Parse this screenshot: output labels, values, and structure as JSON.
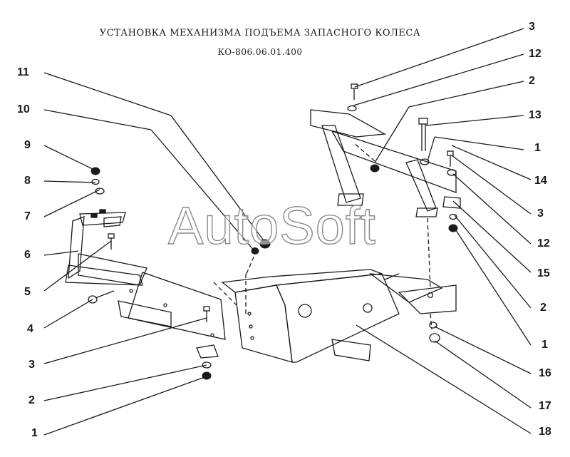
{
  "title": "УСТАНОВКА МЕХАНИЗМА ПОДЪЕМА ЗАПАСНОГО КОЛЕСА",
  "code": "КО-806.06.01.400",
  "watermark": "AutoSoft",
  "colors": {
    "ink": "#1a1a1a",
    "watermark_outline": "#8a8a8a"
  },
  "callouts": {
    "left": [
      "11",
      "10",
      "9",
      "8",
      "7",
      "6",
      "5",
      "4",
      "3",
      "2",
      "1"
    ],
    "right": [
      "3",
      "12",
      "2",
      "13",
      "1",
      "14",
      "3",
      "12",
      "15",
      "2",
      "1",
      "16",
      "17",
      "18"
    ]
  }
}
